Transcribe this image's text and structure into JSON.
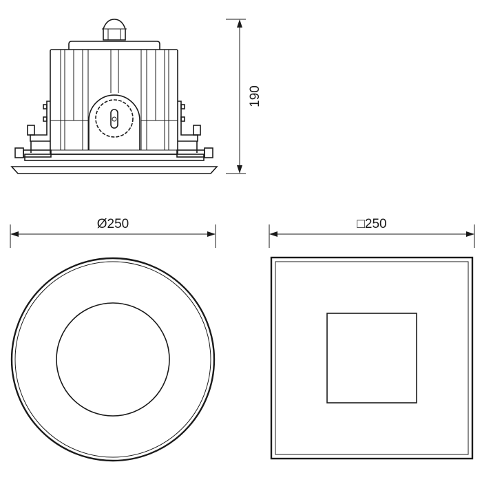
{
  "dimensions": {
    "height": "190",
    "diameter": "Ø250",
    "square": "□250"
  },
  "colors": {
    "line": "#1a1a1a",
    "background": "#ffffff"
  }
}
